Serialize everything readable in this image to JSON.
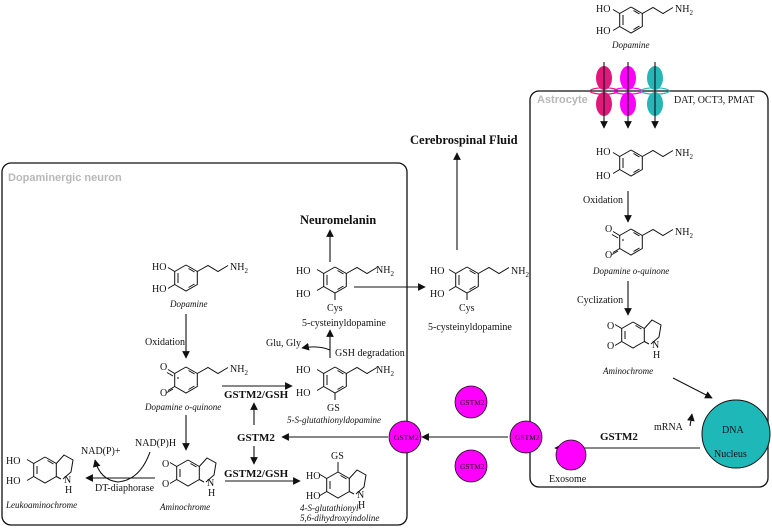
{
  "compartments": {
    "neuron_title": "Dopaminergic neuron",
    "astrocyte_title": "Astrocyte",
    "csf_title": "Cerebrospinal Fluid"
  },
  "molecules": {
    "dopamine": "Dopamine",
    "dopamine_quinone": "Dopamine o-quinone",
    "aminochrome": "Aminochrome",
    "leukoaminochrome": "Leukoaminochrome",
    "cysdopamine": "5-cysteinyldopamine",
    "glutathionyl_dopamine": "5-S-glutathionyldopamine",
    "glutathionyl_indoline_1": "4-S-glutathionyl-",
    "glutathionyl_indoline_2": "5,6-dihydroxyindoline",
    "neuromelanin": "Neuromelanin"
  },
  "steps": {
    "oxidation": "Oxidation",
    "cyclization": "Cyclization",
    "gstm2_gsh": "GSTM2/GSH",
    "gstm2": "GSTM2",
    "gsh_degradation": "GSH degradation",
    "glu_gly": "Glu, Gly",
    "nadph": "NAD(P)H",
    "nadp": "NAD(P)+",
    "dt_diaphorase": "DT-diaphorase",
    "transporters": "DAT, OCT3, PMAT",
    "mrna": "mRNA",
    "exosome": "Exosome",
    "dna": "DNA",
    "nucleus": "Nucleus"
  },
  "atoms": {
    "ho": "HO",
    "nh2": "NH",
    "nh2_sub": "2",
    "o": "O",
    "n": "N",
    "h": "H",
    "gs": "GS",
    "cys": "Cys"
  },
  "colors": {
    "vesicle": "#ff00ff",
    "transporter_1": "#e0187c",
    "transporter_2": "#ff00ff",
    "transporter_3": "#26b6b6",
    "nucleus": "#1fb8b8"
  },
  "icons": {
    "transporter": "membrane-transporter-icon",
    "vesicle": "gstm2-vesicle-icon"
  }
}
